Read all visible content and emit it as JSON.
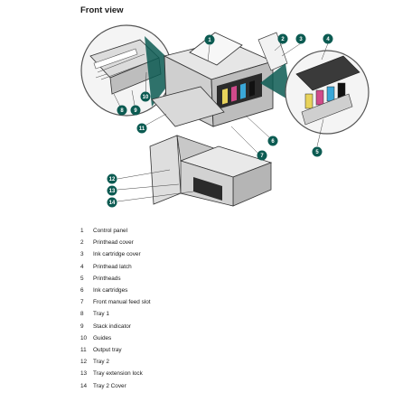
{
  "heading": "Front view",
  "colors": {
    "callout": "#0c5b52",
    "outline": "#333333",
    "body": "#e9e9e9",
    "dark": "#2b2b2b"
  },
  "callouts": [
    "1",
    "2",
    "3",
    "4",
    "5",
    "6",
    "7",
    "8",
    "9",
    "10",
    "11",
    "12",
    "13",
    "14"
  ],
  "legend": [
    {
      "num": "1",
      "label": "Control panel"
    },
    {
      "num": "2",
      "label": "Printhead cover"
    },
    {
      "num": "3",
      "label": "Ink cartridge cover"
    },
    {
      "num": "4",
      "label": "Printhead latch"
    },
    {
      "num": "5",
      "label": "Printheads"
    },
    {
      "num": "6",
      "label": "Ink cartridges"
    },
    {
      "num": "7",
      "label": "Front manual feed slot"
    },
    {
      "num": "8",
      "label": "Tray 1"
    },
    {
      "num": "9",
      "label": "Stack indicator"
    },
    {
      "num": "10",
      "label": "Guides"
    },
    {
      "num": "11",
      "label": "Output tray"
    },
    {
      "num": "12",
      "label": "Tray 2"
    },
    {
      "num": "13",
      "label": "Tray extension lock"
    },
    {
      "num": "14",
      "label": "Tray 2 Cover"
    }
  ]
}
